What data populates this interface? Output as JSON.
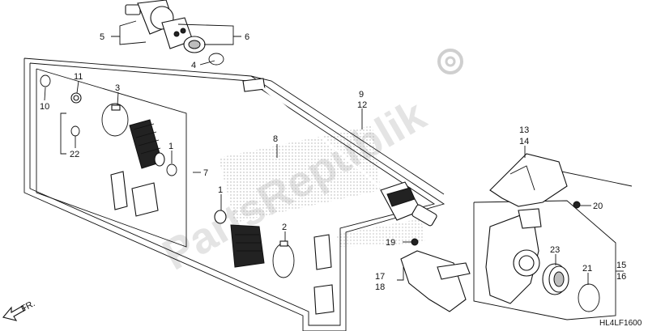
{
  "diagram": {
    "watermark": "PartsRepublik",
    "figure_code": "HL4LF1600",
    "direction_label": "FR.",
    "callouts": [
      {
        "id": "c1a",
        "label": "1"
      },
      {
        "id": "c1b",
        "label": "1"
      },
      {
        "id": "c2",
        "label": "2"
      },
      {
        "id": "c3",
        "label": "3"
      },
      {
        "id": "c4",
        "label": "4"
      },
      {
        "id": "c5",
        "label": "5"
      },
      {
        "id": "c6",
        "label": "6"
      },
      {
        "id": "c7",
        "label": "7"
      },
      {
        "id": "c8",
        "label": "8"
      },
      {
        "id": "c9",
        "label": "9"
      },
      {
        "id": "c10",
        "label": "10"
      },
      {
        "id": "c11",
        "label": "11"
      },
      {
        "id": "c12",
        "label": "12"
      },
      {
        "id": "c13",
        "label": "13"
      },
      {
        "id": "c14",
        "label": "14"
      },
      {
        "id": "c15",
        "label": "15"
      },
      {
        "id": "c16",
        "label": "16"
      },
      {
        "id": "c17",
        "label": "17"
      },
      {
        "id": "c18",
        "label": "18"
      },
      {
        "id": "c19",
        "label": "19"
      },
      {
        "id": "c20",
        "label": "20"
      },
      {
        "id": "c21",
        "label": "21"
      },
      {
        "id": "c22",
        "label": "22"
      },
      {
        "id": "c23",
        "label": "23"
      }
    ]
  }
}
